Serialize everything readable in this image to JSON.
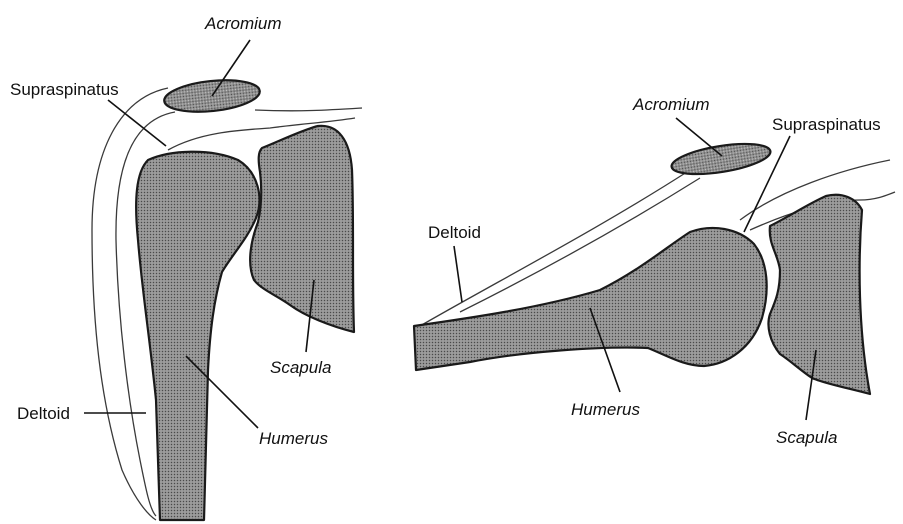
{
  "left_panel": {
    "acromium": "Acromium",
    "supraspinatus": "Supraspinatus",
    "deltoid": "Deltoid",
    "humerus": "Humerus",
    "scapula": "Scapula"
  },
  "right_panel": {
    "acromium": "Acromium",
    "supraspinatus": "Supraspinatus",
    "deltoid": "Deltoid",
    "humerus": "Humerus",
    "scapula": "Scapula"
  }
}
